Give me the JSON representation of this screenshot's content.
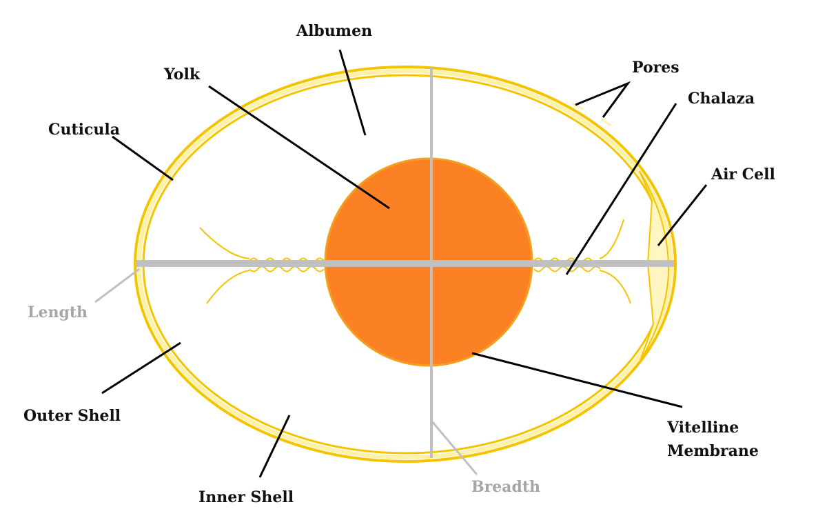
{
  "labels": {
    "albumen": "Albumen",
    "yolk": "Yolk",
    "pores": "Pores",
    "chalaza": "Chalaza",
    "cuticula": "Cuticula",
    "air_cell": "Air Cell",
    "length": "Length",
    "outer_shell": "Outer Shell",
    "inner_shell": "Inner Shell",
    "breadth": "Breadth",
    "vitelline_line1": "Vitelline",
    "vitelline_line2": "Membrane"
  },
  "colors": {
    "shell": "#f5c400",
    "shell_light": "#fff2a8",
    "yolk": "#fb8124",
    "yolk_edge": "#f2a11f",
    "air_cell": "#fff6c2",
    "axis": "#c0c0c0",
    "leader": "#000000",
    "muted_text": "#a6a6a6"
  }
}
